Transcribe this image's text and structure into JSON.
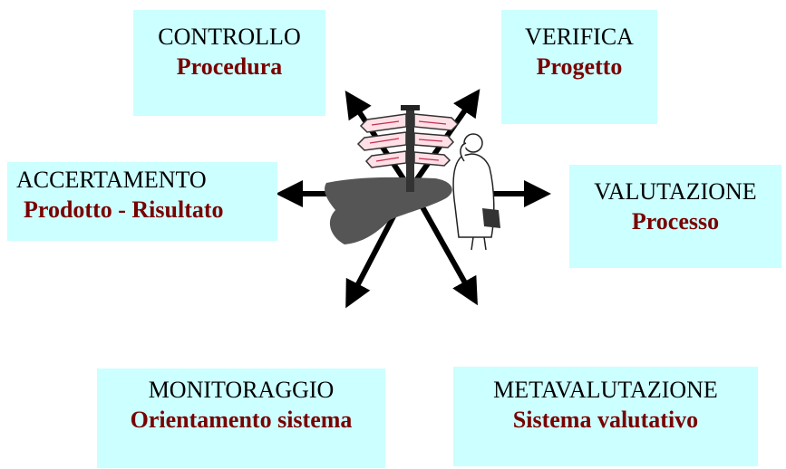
{
  "boxes": {
    "controllo": {
      "title": "CONTROLLO",
      "subtitle": "Procedura"
    },
    "verifica": {
      "title": "VERIFICA",
      "subtitle": "Progetto"
    },
    "accertamento": {
      "title": "ACCERTAMENTO",
      "subtitle": "Prodotto - Risultato"
    },
    "valutazione": {
      "title": "VALUTAZIONE",
      "subtitle": "Processo"
    },
    "monitoraggio": {
      "title": "MONITORAGGIO",
      "subtitle": "Orientamento sistema"
    },
    "metavalutazione": {
      "title": "METAVALUTAZIONE",
      "subtitle": "Sistema valutativo"
    }
  },
  "colors": {
    "box_background": "#ccffff",
    "subtitle_text": "#7a0000",
    "arrow": "#000000"
  },
  "icons": {
    "hub": "signpost-with-person-icon"
  }
}
